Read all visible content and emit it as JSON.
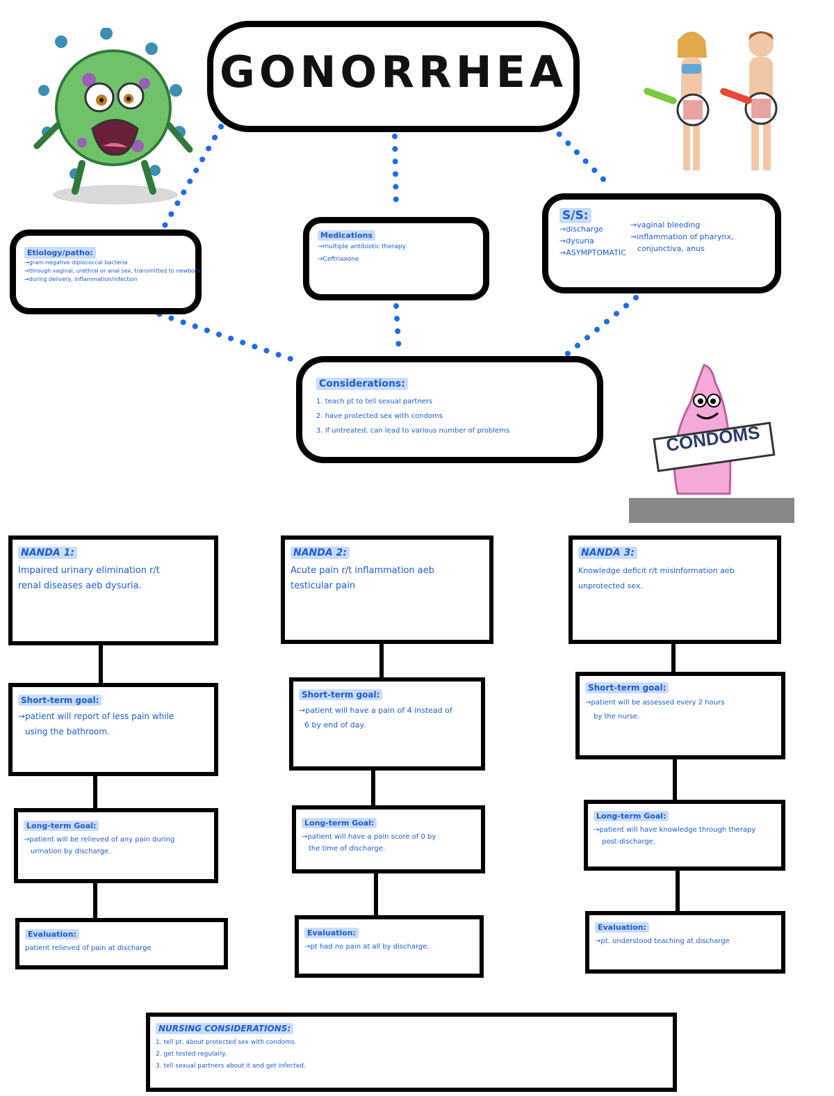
{
  "title": "GONORRHEA",
  "etiology": {
    "heading": "Etiology/patho:",
    "items": [
      "→gram-negative diplococcal bacteria",
      "→through vaginal, urethral or anal sex, transmitted to newborn",
      "→during delivery, inflammation/infection"
    ]
  },
  "medications": {
    "heading": "Medications",
    "items": [
      "→multiple antibiotic therapy",
      "→Ceftriaxone"
    ]
  },
  "signs": {
    "heading": "S/S:",
    "left": [
      "→discharge",
      "→dysuria",
      "→ASYMPTOMATIC"
    ],
    "right": [
      "→vaginal bleeding",
      "→inflammation of pharynx,",
      "conjunctiva, anus"
    ]
  },
  "considerations": {
    "heading": "Considerations:",
    "items": [
      "1. teach pt to tell sexual partners",
      "2. have protected sex with condoms",
      "3. if untreated, can lead to various number of problems"
    ]
  },
  "condom_sign": "CONDOMS",
  "columns": [
    {
      "nanda_heading": "NANDA 1:",
      "nanda_text": [
        "Impaired urinary elimination r/t",
        "renal diseases aeb dysuria."
      ],
      "stg_heading": "Short-term goal:",
      "stg_text": [
        "→patient will report of less pain while",
        "using the bathroom."
      ],
      "ltg_heading": "Long-term Goal:",
      "ltg_text": [
        "→patient will be relieved of any pain during",
        "urination by discharge."
      ],
      "eval_heading": "Evaluation:",
      "eval_text": [
        "patient relieved of pain at discharge"
      ]
    },
    {
      "nanda_heading": "NANDA 2:",
      "nanda_text": [
        "Acute pain r/t inflammation aeb",
        "testicular pain"
      ],
      "stg_heading": "Short-term goal:",
      "stg_text": [
        "→patient will have a pain of 4 instead of",
        "6 by end of day."
      ],
      "ltg_heading": "Long-term Goal:",
      "ltg_text": [
        "→patient will have a pain score of 0 by",
        "the time of discharge."
      ],
      "eval_heading": "Evaluation:",
      "eval_text": [
        "→pt had no pain at all by discharge."
      ]
    },
    {
      "nanda_heading": "NANDA 3:",
      "nanda_text": [
        "Knowledge deficit r/t misinformation aeb",
        "unprotected sex."
      ],
      "stg_heading": "Short-term goal:",
      "stg_text": [
        "→patient will be assessed every 2 hours",
        "by the nurse."
      ],
      "ltg_heading": "Long-term Goal:",
      "ltg_text": [
        "→patient will have knowledge through therapy",
        "post-discharge."
      ],
      "eval_heading": "Evaluation:",
      "eval_text": [
        "→pt. understood teaching at discharge"
      ]
    }
  ],
  "nursing": {
    "heading": "NURSING CONSIDERATIONS:",
    "items": [
      "1. tell pt. about protected sex with condoms.",
      "2. get tested regularly.",
      "3. tell sexual partners about it and get infected."
    ]
  },
  "colors": {
    "ink": "#000000",
    "text_blue": "#1a5bd6",
    "highlight": "#c9dcf7",
    "dots": "#1e6be6"
  }
}
